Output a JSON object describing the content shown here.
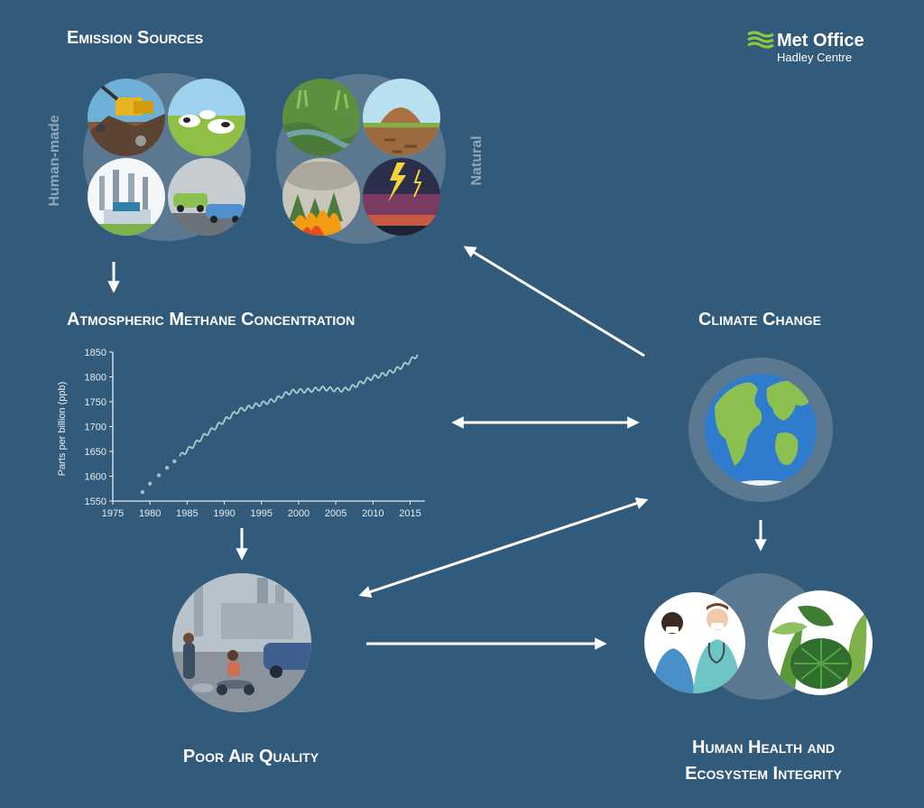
{
  "logo": {
    "line1": "Met Office",
    "line2": "Hadley Centre",
    "stripe_color": "#8dc63f"
  },
  "titles": {
    "emission_sources": "Emission Sources",
    "methane": "Atmospheric Methane Concentration",
    "climate_change": "Climate Change",
    "poor_air": "Poor Air Quality",
    "health_line1": "Human Health and",
    "health_line2": "Ecosystem Integrity"
  },
  "side_labels": {
    "human_made": "Human-made",
    "natural": "Natural"
  },
  "icons": {
    "human_made": [
      "landfill-icon",
      "cattle-icon",
      "power-plant-icon",
      "car-traffic-icon"
    ],
    "natural": [
      "wetland-icon",
      "termite-mound-icon",
      "wildfire-icon",
      "lightning-icon"
    ],
    "climate": "earth-globe-icon",
    "air": "polluted-street-icon",
    "health": [
      "medical-workers-icon",
      "tropical-plants-icon"
    ]
  },
  "colors": {
    "background": "#325a7a",
    "circle_halo": "#5a7890",
    "series": "#9fd3d0",
    "axis": "#e6eef2",
    "globe_ocean": "#2f7ccf",
    "globe_land": "#8cc152"
  },
  "chart_data": {
    "type": "line",
    "title": "",
    "xlabel": "",
    "ylabel": "Parts per billion (ppb)",
    "xlim": [
      1975,
      2017
    ],
    "ylim": [
      1550,
      1850
    ],
    "xticks": [
      1975,
      1980,
      1985,
      1990,
      1995,
      2000,
      2005,
      2010,
      2015
    ],
    "yticks": [
      1550,
      1600,
      1650,
      1700,
      1750,
      1800,
      1850
    ],
    "early_points": [
      [
        1979.0,
        1568
      ],
      [
        1980.0,
        1585
      ],
      [
        1981.2,
        1602
      ],
      [
        1982.3,
        1617
      ],
      [
        1983.3,
        1630
      ]
    ],
    "trend": [
      [
        1984,
        1640
      ],
      [
        1985,
        1652
      ],
      [
        1986,
        1664
      ],
      [
        1987,
        1678
      ],
      [
        1988,
        1690
      ],
      [
        1989,
        1701
      ],
      [
        1990,
        1712
      ],
      [
        1991,
        1723
      ],
      [
        1992,
        1733
      ],
      [
        1993,
        1737
      ],
      [
        1994,
        1742
      ],
      [
        1995,
        1746
      ],
      [
        1996,
        1750
      ],
      [
        1997,
        1755
      ],
      [
        1998,
        1764
      ],
      [
        1999,
        1770
      ],
      [
        2000,
        1772
      ],
      [
        2001,
        1772
      ],
      [
        2002,
        1774
      ],
      [
        2003,
        1777
      ],
      [
        2004,
        1776
      ],
      [
        2005,
        1774
      ],
      [
        2006,
        1774
      ],
      [
        2007,
        1778
      ],
      [
        2008,
        1785
      ],
      [
        2009,
        1793
      ],
      [
        2010,
        1799
      ],
      [
        2011,
        1803
      ],
      [
        2012,
        1808
      ],
      [
        2013,
        1814
      ],
      [
        2014,
        1822
      ],
      [
        2015,
        1832
      ],
      [
        2016,
        1845
      ]
    ],
    "seasonal_amplitude": 4
  }
}
